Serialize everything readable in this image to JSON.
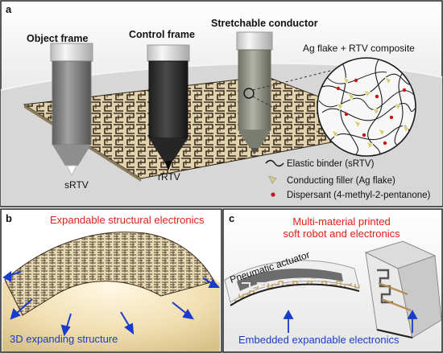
{
  "panel_a": {
    "letter": "a",
    "labels": {
      "object_frame": "Object frame",
      "control_frame": "Control frame",
      "stretchable_conductor": "Stretchable conductor",
      "composite": "Ag flake + RTV composite",
      "srtv": "sRTV",
      "rrtv": "rRTV"
    },
    "legend": {
      "binder": "Elastic binder (sRTV)",
      "filler": "Conducting filler (Ag flake)",
      "dispersant": "Dispersant (4-methyl-2-pentanone)"
    },
    "colors": {
      "dispersant_dot": "#cc1111",
      "filler_flake": "#d8cf7a"
    }
  },
  "panel_b": {
    "letter": "b",
    "title": "Expandable structural electronics",
    "caption": "3D expanding structure",
    "colors": {
      "title": "#e0201a",
      "caption": "#1a3ccc",
      "arrow": "#1a3ccc"
    }
  },
  "panel_c": {
    "letter": "c",
    "title_line1": "Multi-material printed",
    "title_line2": "soft robot and electronics",
    "actuator": "Pneumatic actuator",
    "caption": "Embedded expandable electronics",
    "colors": {
      "title": "#e0201a",
      "caption": "#1a3ccc"
    }
  }
}
